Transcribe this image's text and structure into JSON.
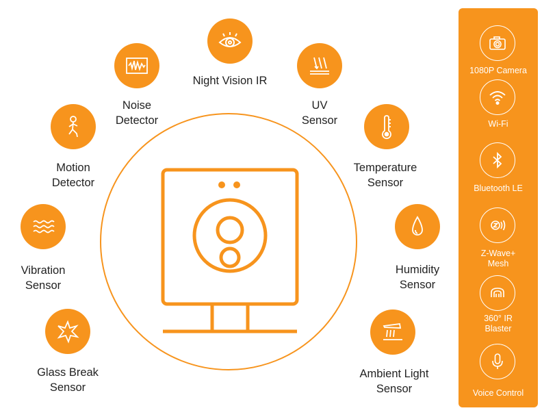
{
  "sensors": {
    "night_vision": {
      "label": "Night Vision IR",
      "icon": "eye-icon"
    },
    "noise": {
      "line1": "Noise",
      "line2": "Detector",
      "icon": "sound-wave-icon"
    },
    "uv": {
      "line1": "UV",
      "line2": "Sensor",
      "icon": "uv-rays-icon"
    },
    "motion": {
      "line1": "Motion",
      "line2": "Detector",
      "icon": "running-person-icon"
    },
    "temperature": {
      "line1": "Temperature",
      "line2": "Sensor",
      "icon": "thermometer-icon"
    },
    "vibration": {
      "line1": "Vibration",
      "line2": "Sensor",
      "icon": "vibration-waves-icon"
    },
    "humidity": {
      "line1": "Humidity",
      "line2": "Sensor",
      "icon": "water-drop-icon"
    },
    "glass_break": {
      "line1": "Glass Break",
      "line2": "Sensor",
      "icon": "shattered-glass-icon"
    },
    "ambient_light": {
      "line1": "Ambient Light",
      "line2": "Sensor",
      "icon": "lamp-icon"
    }
  },
  "features": [
    {
      "line1": "1080P Camera",
      "line2": "",
      "icon": "camera-icon"
    },
    {
      "line1": "Wi-Fi",
      "line2": "",
      "icon": "wifi-icon"
    },
    {
      "line1": "Bluetooth LE",
      "line2": "",
      "icon": "bluetooth-icon"
    },
    {
      "line1": "Z-Wave+",
      "line2": "Mesh",
      "icon": "zwave-icon"
    },
    {
      "line1": "360° IR",
      "line2": "Blaster",
      "icon": "ir-blaster-icon"
    },
    {
      "line1": "Voice Control",
      "line2": "",
      "icon": "microphone-icon"
    }
  ],
  "colors": {
    "accent": "#f7941d",
    "text": "#222222",
    "panel_text": "#ffffff"
  }
}
